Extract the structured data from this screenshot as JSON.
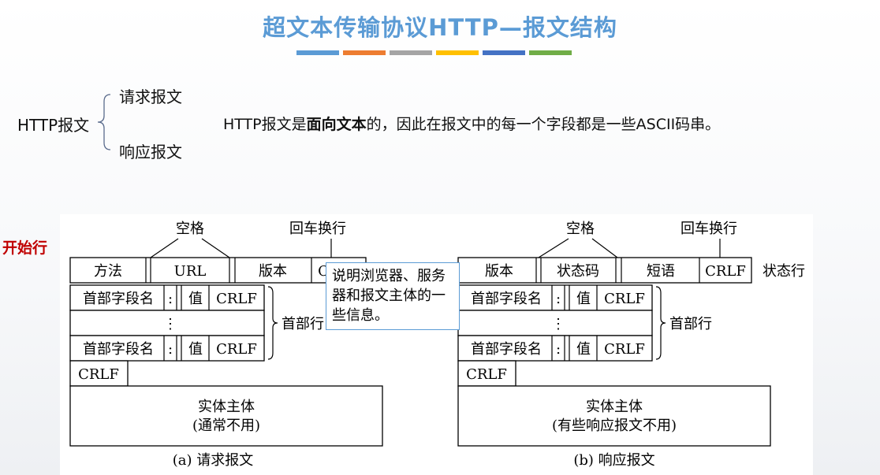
{
  "title": "超文本传输协议HTTP—报文结构",
  "accent_colors": [
    "#5b9bd5",
    "#ed7d31",
    "#a5a5a5",
    "#ffc000",
    "#4472c4",
    "#70ad47"
  ],
  "tree": {
    "root": "HTTP报文",
    "children": [
      "请求报文",
      "响应报文"
    ]
  },
  "statement": {
    "prefix": "HTTP报文是",
    "bold": "面向文本",
    "suffix": "的，因此在报文中的每一个字段都是一些ASCII码串。"
  },
  "side_label": "开始行",
  "callout": "说明浏览器、服务器和报文主体的一些信息。",
  "request": {
    "space_label": "空格",
    "crlf_label": "回车换行",
    "start_line": [
      "方法",
      "URL",
      "版本",
      "CRLF"
    ],
    "header_name": "首部字段名",
    "colon": ":",
    "value": "值",
    "crlf": "CRLF",
    "dots": "⋮",
    "header_brace_label": "首部行",
    "blank_crlf": "CRLF",
    "body_line1": "实体主体",
    "body_line2": "(通常不用)",
    "caption": "(a) 请求报文"
  },
  "response": {
    "space_label": "空格",
    "crlf_label": "回车换行",
    "start_line": [
      "版本",
      "状态码",
      "短语",
      "CRLF"
    ],
    "status_line_label": "状态行",
    "header_name": "首部字段名",
    "colon": ":",
    "value": "值",
    "crlf": "CRLF",
    "dots": "⋮",
    "header_brace_label": "首部行",
    "blank_crlf": "CRLF",
    "body_line1": "实体主体",
    "body_line2": "(有些响应报文不用)",
    "caption": "(b) 响应报文"
  }
}
